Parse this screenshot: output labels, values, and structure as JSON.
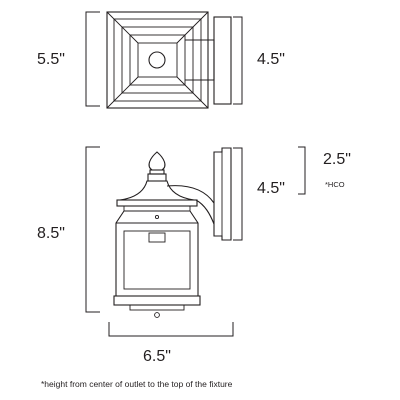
{
  "dimensions": {
    "top_view_height": "5.5\"",
    "top_view_backplate": "4.5\"",
    "side_height": "8.5\"",
    "side_backplate": "4.5\"",
    "hco": "2.5\"",
    "hco_label": "*HCO",
    "width": "6.5\""
  },
  "footnote": "*height from center of outlet to the top of the fixture"
}
